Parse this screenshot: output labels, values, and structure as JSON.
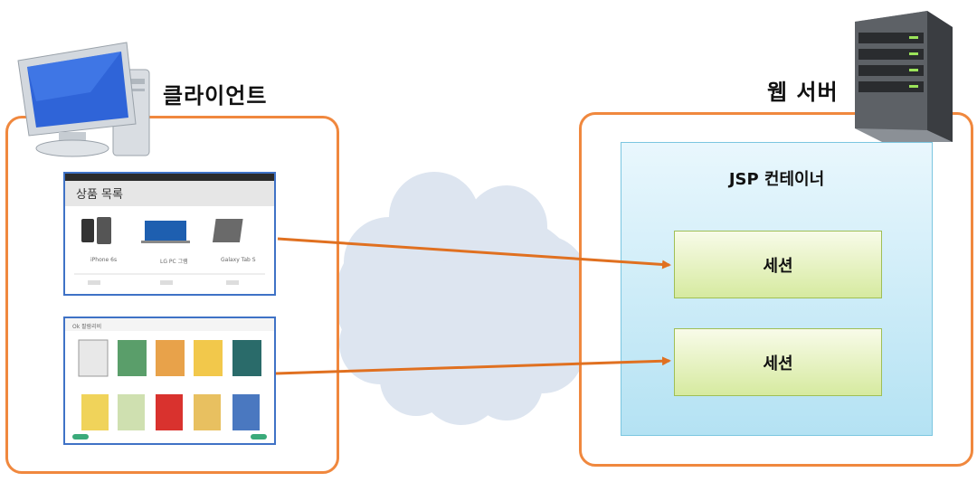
{
  "client": {
    "label": "클라이언트"
  },
  "server": {
    "label": "웹 서버"
  },
  "container": {
    "label": "JSP  컨테이너"
  },
  "sessions": [
    {
      "label": "세션"
    },
    {
      "label": "세션"
    }
  ],
  "screenshot_product": {
    "heading": "상품 목록",
    "items": [
      "iPhone 6s",
      "LG PC 그램",
      "Galaxy Tab S"
    ]
  },
  "screenshot_books": {
    "brand": "Ok 팔람리비"
  },
  "colors": {
    "box_border": "#f0883e",
    "arrow": "#e07020",
    "container": "#b4e2f3",
    "session": "#d6eaa0",
    "cloud": "#dde5f0"
  }
}
